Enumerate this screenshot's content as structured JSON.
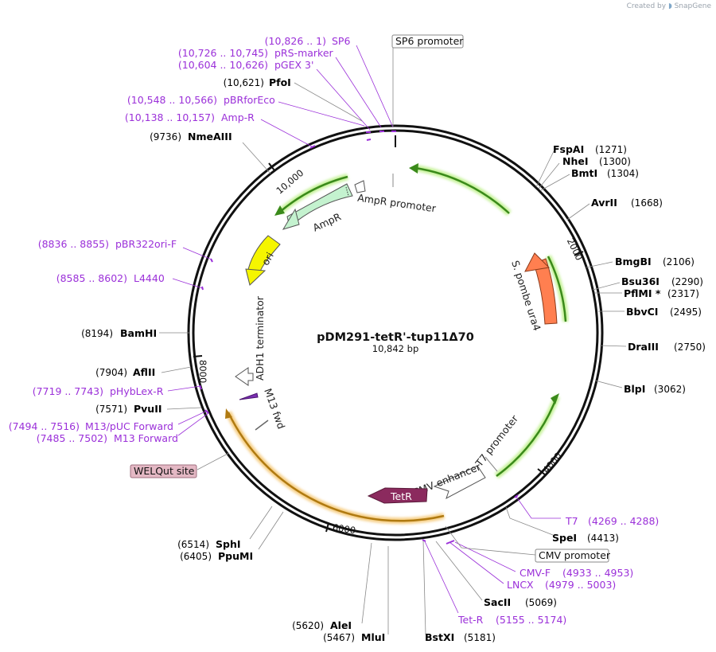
{
  "app": {
    "credit_prefix": "Created by",
    "credit_brand": "SnapGene"
  },
  "map": {
    "name": "pDM291-tetR'-tup11Δ70",
    "size": "10,842 bp"
  },
  "ticks": [
    "2000",
    "4000",
    "6000",
    "8000",
    "10,000"
  ],
  "features": {
    "ampr_promoter": "AmpR promoter",
    "ampr": "AmpR",
    "ori": "ori",
    "adh1": "ADH1 terminator",
    "m13fwd": "M13 fwd",
    "ura4": "S. pombe ura4",
    "t7prom": "T7 promoter",
    "cmv_enh": "CMV enhancer",
    "tetr": "TetR"
  },
  "boxed_labels": {
    "sp6": "SP6 promoter",
    "cmv": "CMV promoter",
    "welqut": "WELQut site"
  },
  "primers": [
    {
      "range": "(10,826 .. 1)",
      "name": "SP6"
    },
    {
      "range": "(10,726 .. 10,745)",
      "name": "pRS-marker"
    },
    {
      "range": "(10,604 .. 10,626)",
      "name": "pGEX 3'"
    },
    {
      "range": "(10,548 .. 10,566)",
      "name": "pBRforEco"
    },
    {
      "range": "(10,138 .. 10,157)",
      "name": "Amp-R"
    },
    {
      "range": "(8836 .. 8855)",
      "name": "pBR322ori-F"
    },
    {
      "range": "(8585 .. 8602)",
      "name": "L4440"
    },
    {
      "range": "(7719 .. 7743)",
      "name": "pHybLex-R"
    },
    {
      "range": "(7494 .. 7516)",
      "name": "M13/pUC Forward"
    },
    {
      "range": "(7485 .. 7502)",
      "name": "M13 Forward"
    },
    {
      "name": "T7",
      "range": "(4269 .. 4288)"
    },
    {
      "name": "CMV-F",
      "range": "(4933 .. 4953)"
    },
    {
      "name": "LNCX",
      "range": "(4979 .. 5003)"
    },
    {
      "name": "Tet-R",
      "range": "(5155 .. 5174)"
    }
  ],
  "enzymes": [
    {
      "pos": "(10,621)",
      "name": "PfoI"
    },
    {
      "pos": "(9736)",
      "name": "NmeAIII"
    },
    {
      "pos": "(8194)",
      "name": "BamHI"
    },
    {
      "pos": "(7904)",
      "name": "AflII"
    },
    {
      "pos": "(7571)",
      "name": "PvuII"
    },
    {
      "pos": "(6514)",
      "name": "SphI"
    },
    {
      "pos": "(6405)",
      "name": "PpuMI"
    },
    {
      "pos": "(5620)",
      "name": "AleI"
    },
    {
      "pos": "(5467)",
      "name": "MluI"
    },
    {
      "name": "BstXI",
      "pos": "(5181)"
    },
    {
      "name": "SacII",
      "pos": "(5069)"
    },
    {
      "name": "SpeI",
      "pos": "(4413)"
    },
    {
      "name": "FspAI",
      "pos": "(1271)"
    },
    {
      "name": "NheI",
      "pos": "(1300)"
    },
    {
      "name": "BmtI",
      "pos": "(1304)"
    },
    {
      "name": "AvrII",
      "pos": "(1668)"
    },
    {
      "name": "BmgBI",
      "pos": "(2106)"
    },
    {
      "name": "Bsu36I",
      "pos": "(2290)"
    },
    {
      "name": "PflMI *",
      "pos": "(2317)"
    },
    {
      "name": "BbvCI",
      "pos": "(2495)"
    },
    {
      "name": "DraIII",
      "pos": "(2750)"
    },
    {
      "name": "BlpI",
      "pos": "(3062)"
    }
  ]
}
